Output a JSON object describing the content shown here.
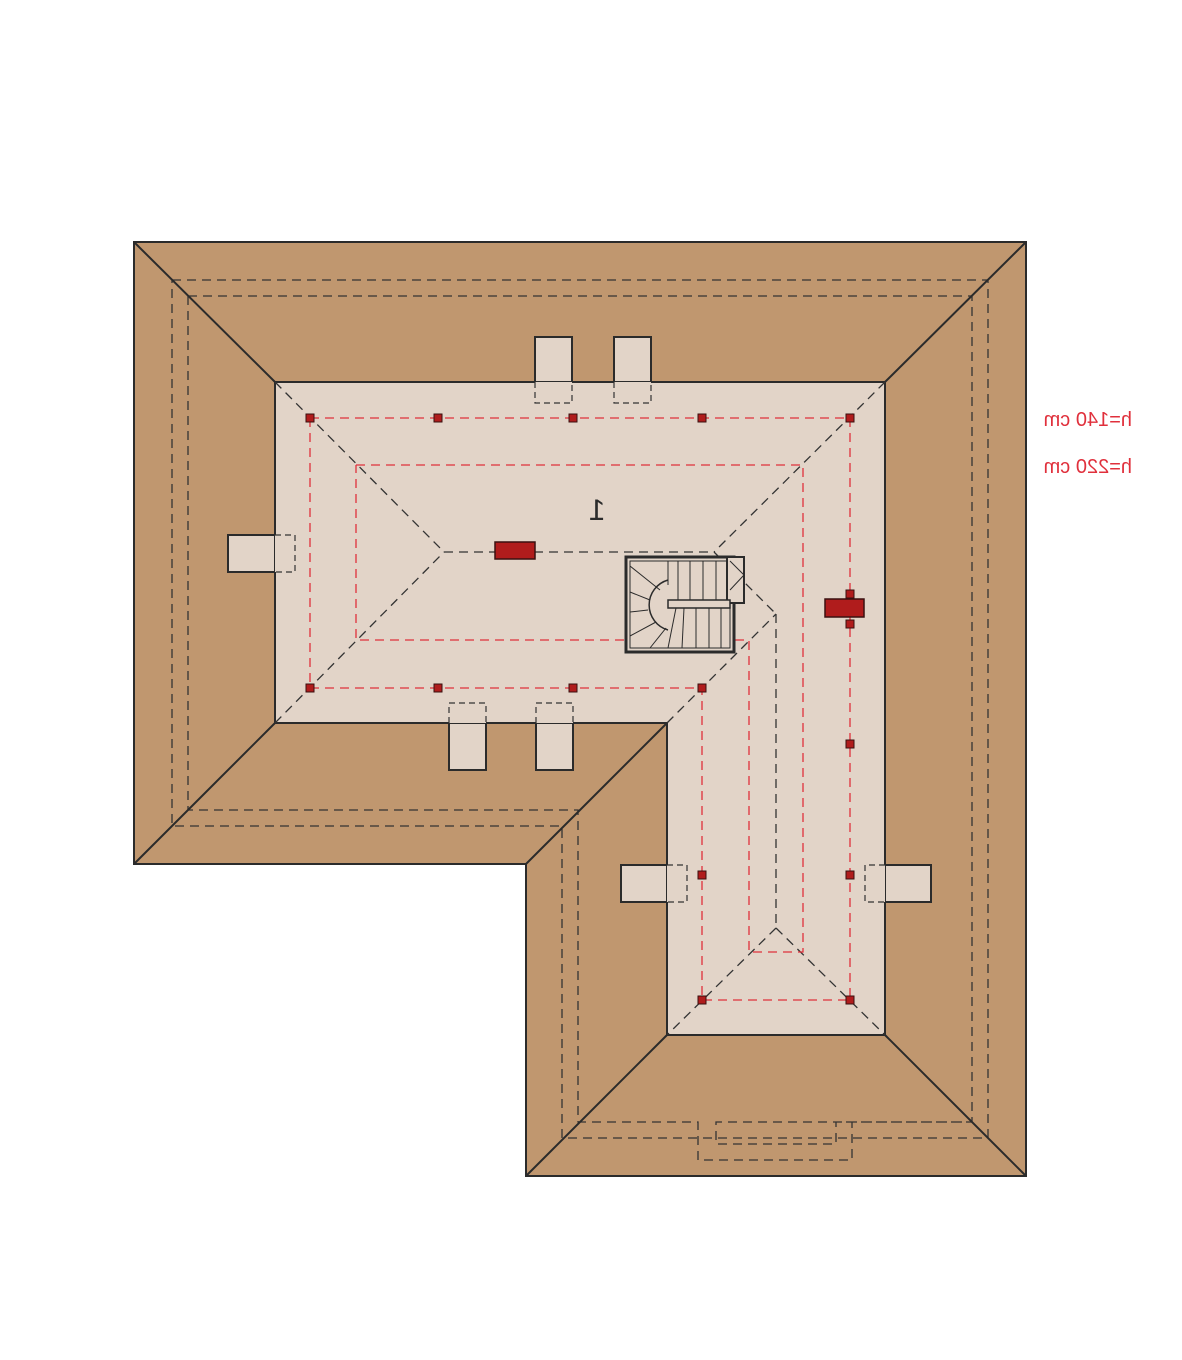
{
  "drawing": {
    "room_number": "1"
  },
  "legend": {
    "line_140": "h=140 cm",
    "line_220": "h=220 cm"
  },
  "colors": {
    "roof": "#c0976f",
    "floor": "#e2d4c8",
    "outline": "#2b2b2b",
    "height_line": "#e0303c",
    "marker": "#b01c1c",
    "hidden_line": "#333333",
    "background": "#ffffff"
  },
  "icons": {
    "staircase": "spiral-staircase-icon",
    "chimney": "chimney-icon",
    "dormer": "dormer-icon"
  }
}
